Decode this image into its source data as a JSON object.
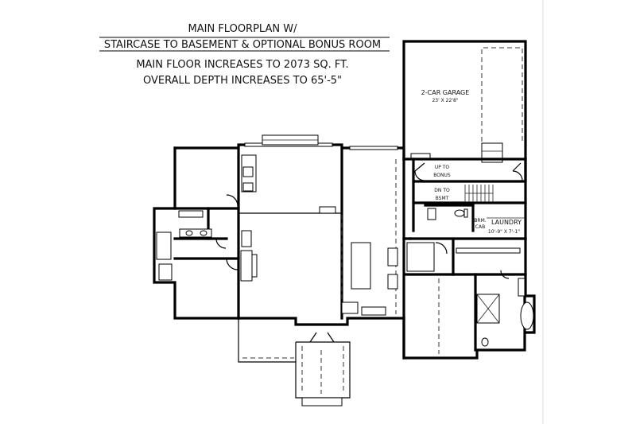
{
  "title": {
    "line1": "MAIN FLOORPLAN W/",
    "line2": "STAIRCASE TO BASEMENT & OPTIONAL BONUS ROOM",
    "line3": "MAIN FLOOR INCREASES TO 2073 SQ. FT.",
    "line4": "OVERALL DEPTH INCREASES TO 65'-5\""
  },
  "rooms": {
    "garage": {
      "name": "2-CAR GARAGE",
      "size": "23' X 22'8\""
    },
    "up_to_bonus": {
      "line1": "UP TO",
      "line2": "BONUS"
    },
    "dn_to_bsmt": {
      "line1": "DN TO",
      "line2": "BSMT"
    },
    "brm_cab": {
      "line1": "BRM.",
      "line2": "CAB"
    },
    "laundry": {
      "name": "LAUNDRY",
      "size": "10'-9\" X 7'-1\""
    }
  }
}
